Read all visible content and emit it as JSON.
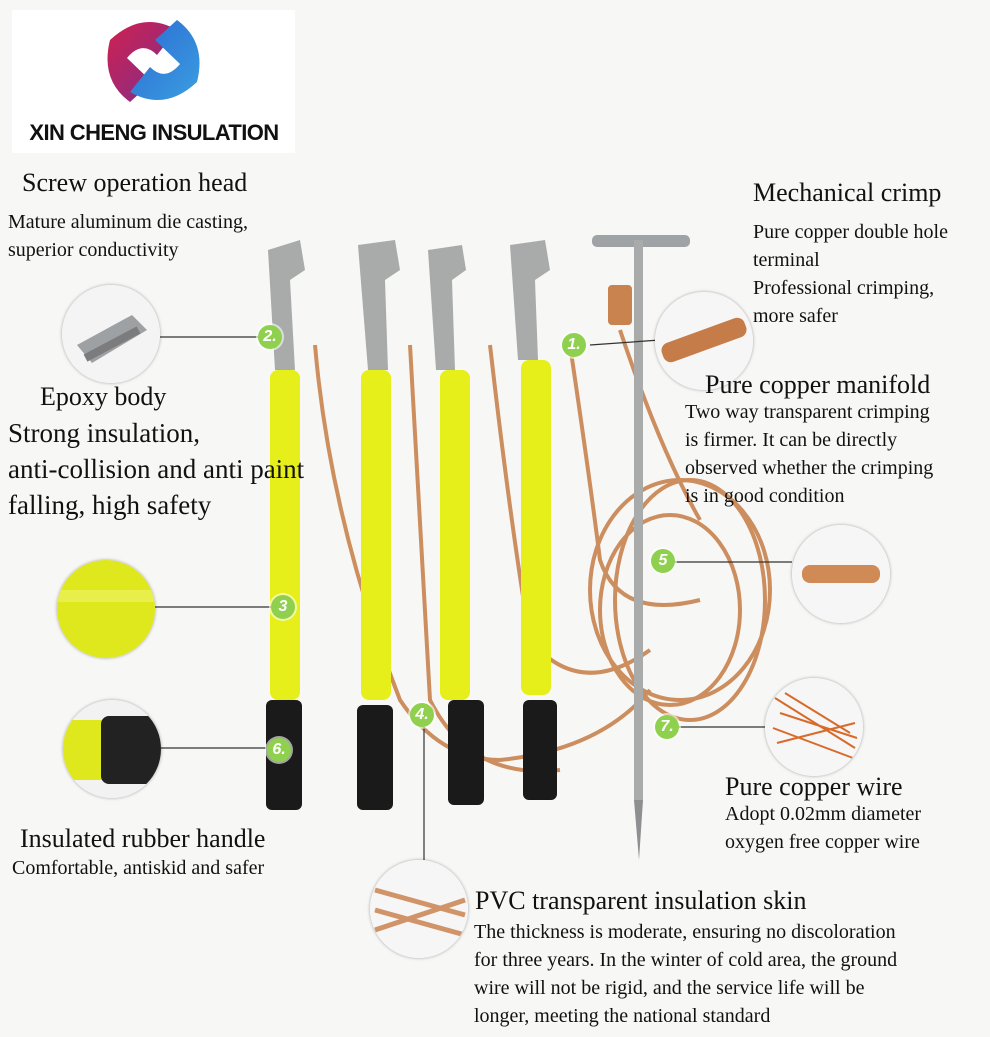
{
  "brand": {
    "name": "XIN CHENG INSULATION"
  },
  "labels": [
    {
      "id": "head",
      "title": "Screw operation head",
      "desc": "Mature aluminum die casting,\nsuperior conductivity"
    },
    {
      "id": "crimp",
      "title": "Mechanical crimp",
      "desc": "Pure copper double hole\nterminal\nProfessional crimping,\nmore safer"
    },
    {
      "id": "manifold",
      "title": "Pure copper manifold",
      "desc": "Two way transparent crimping\nis firmer. It can be directly\nobserved whether the crimping\nis in good condition"
    },
    {
      "id": "epoxy",
      "title": "Epoxy body",
      "desc": "Strong insulation,\nanti-collision and anti paint\nfalling, high safety"
    },
    {
      "id": "handle",
      "title": "Insulated rubber handle",
      "desc": "Comfortable, antiskid and safer"
    },
    {
      "id": "wire",
      "title": "Pure copper wire",
      "desc": "Adopt 0.02mm diameter\noxygen free copper wire"
    },
    {
      "id": "pvc",
      "title": "PVC transparent insulation skin",
      "desc": "The thickness is moderate, ensuring no discoloration\nfor three years. In the winter of cold area, the ground\nwire will not be rigid, and the service life will be\nlonger, meeting the national standard"
    }
  ],
  "markers": [
    "1.",
    "2.",
    "3",
    "4.",
    "5",
    "6.",
    "7."
  ],
  "colors": {
    "rod": "#e6ef1a",
    "copper": "#c9834f",
    "handle": "#1a1a1a",
    "marker": "#8fd14f",
    "metal": "#a9abab"
  }
}
